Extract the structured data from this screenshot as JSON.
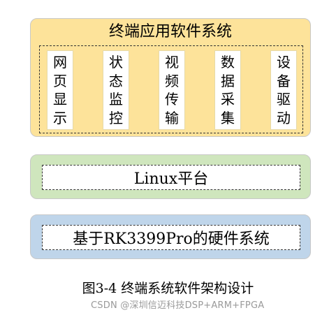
{
  "layers": {
    "application": {
      "title": "终端应用软件系统",
      "modules": [
        {
          "chars": [
            "网",
            "页",
            "显",
            "示"
          ]
        },
        {
          "chars": [
            "状",
            "态",
            "监",
            "控"
          ]
        },
        {
          "chars": [
            "视",
            "频",
            "传",
            "输"
          ]
        },
        {
          "chars": [
            "数",
            "据",
            "采",
            "集"
          ]
        },
        {
          "chars": [
            "设",
            "备",
            "驱",
            "动"
          ]
        }
      ]
    },
    "platform": {
      "label": "Linux平台"
    },
    "hardware": {
      "label": "基于RK3399Pro的硬件系统"
    }
  },
  "caption": "图3-4 终端系统软件架构设计",
  "watermark": "CSDN @深圳信迈科技DSP+ARM+FPGA",
  "colors": {
    "application_layer": "#fde39a",
    "platform_layer": "#cfe6bd",
    "hardware_layer": "#bfd5ea"
  }
}
